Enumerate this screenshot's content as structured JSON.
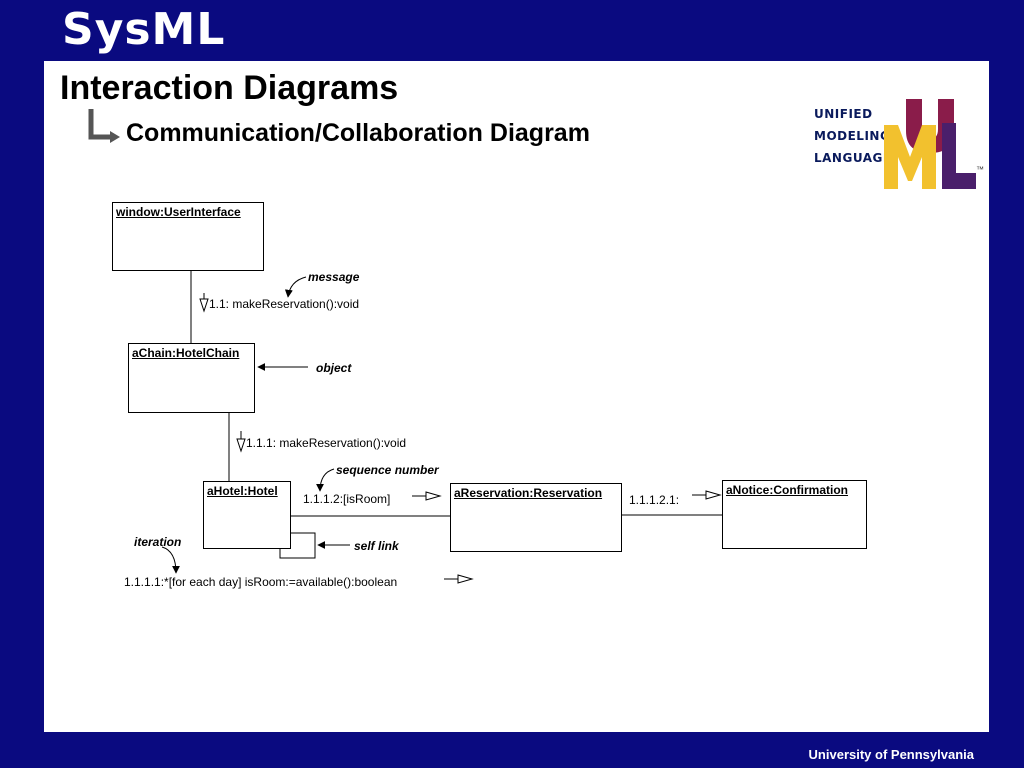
{
  "banner": {
    "title": "SysML"
  },
  "slide": {
    "title": "Interaction Diagrams",
    "subtitle": "Communication/Collaboration Diagram"
  },
  "logo": {
    "lines": [
      "UNIFIED",
      "MODELING",
      "LANGUAGE"
    ],
    "tm": "™",
    "colors": {
      "u": "#8a1c4a",
      "m": "#f2c12e",
      "l": "#4a1f6b"
    }
  },
  "diagram": {
    "objects": {
      "user_interface": "window:UserInterface",
      "hotel_chain": "aChain:HotelChain",
      "hotel": "aHotel:Hotel",
      "reservation": "aReservation:Reservation",
      "confirmation": "aNotice:Confirmation"
    },
    "messages": {
      "m1": "1.1: makeReservation():void",
      "m2": "1.1.1: makeReservation():void",
      "m3": "1.1.1.2:[isRoom]",
      "m4": "1.1.1.2.1:",
      "m5": "1.1.1.1:*[for each day] isRoom:=available():boolean"
    },
    "notes": {
      "message": "message",
      "object": "object",
      "sequence_number": "sequence number",
      "self_link": "self link",
      "iteration": "iteration"
    }
  },
  "footer": {
    "text": "University of Pennsylvania"
  }
}
